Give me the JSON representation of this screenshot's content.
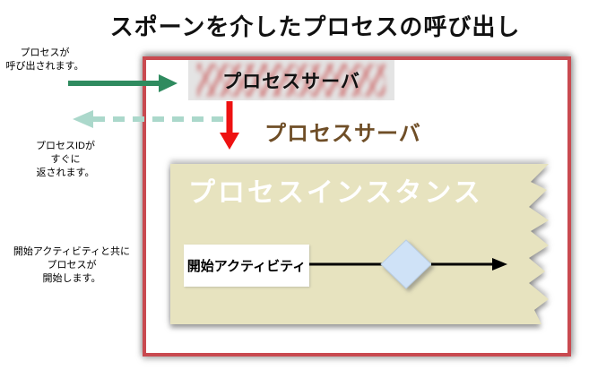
{
  "title": "スポーンを介したプロセスの呼び出し",
  "annotations": {
    "called": "プロセスが\n呼び出されます。",
    "id_returned": "プロセスIDが\nすぐに\n返されます。",
    "start": "開始アクティビティと共に\nプロセスが\n開始します。"
  },
  "server_box": {
    "label": "プロセスサーバ"
  },
  "server_caption": "プロセスサーバ",
  "instance": {
    "title": "プロセスインスタンス",
    "start_activity": "開始アクティビティ"
  },
  "colors": {
    "boundary_red": "#c94a50",
    "arrow_green": "#2f8b5f",
    "arrow_teal": "#abd8cb",
    "arrow_red": "#ee1111",
    "instance_fill": "#e7e3bf",
    "caption_brown": "#6f4e27",
    "diamond_fill": "#cfe2f7",
    "diamond_stroke": "#b9cde2",
    "flow_black": "#000000"
  }
}
